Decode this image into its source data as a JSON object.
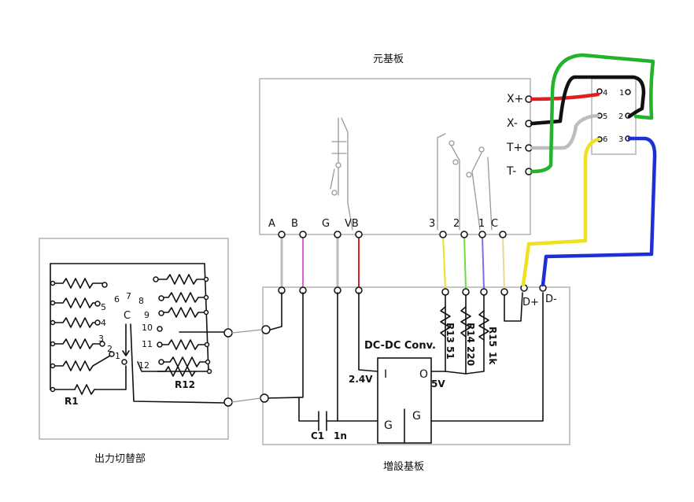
{
  "boards": {
    "main": "元基板",
    "expansion": "増設基板",
    "switch": "出力切替部"
  },
  "main_terminals": [
    "A",
    "B",
    "G",
    "VB",
    "3",
    "2",
    "1",
    "C"
  ],
  "connector": {
    "labels": [
      "X+",
      "X-",
      "T+",
      "T-"
    ],
    "pins": [
      "4",
      "1",
      "5",
      "2",
      "6",
      "3"
    ]
  },
  "expansion": {
    "dc_title": "DC-DC Conv.",
    "dc_in_pin": "I",
    "dc_out_pin": "O",
    "dc_gnd_pin": "G",
    "v_in": "2.4V",
    "v_out": "5V",
    "cap": "C1",
    "cap_value": "1n",
    "d_plus": "D+",
    "d_minus": "D-",
    "resistors": [
      {
        "name": "R13",
        "value": "51"
      },
      {
        "name": "R14",
        "value": "220"
      },
      {
        "name": "R15",
        "value": "1k"
      }
    ]
  },
  "switch_part": {
    "r_first": "R1",
    "r_last": "R12",
    "common": "C",
    "positions": [
      "1",
      "2",
      "3",
      "4",
      "5",
      "6",
      "7",
      "8",
      "9",
      "10",
      "11",
      "12"
    ]
  },
  "wire_colors": {
    "red": "#e02020",
    "black": "#111111",
    "gray": "#b8b8b8",
    "green": "#22b32a",
    "yellow": "#f0e020",
    "blue": "#1f2fd6",
    "pink": "#e060d0",
    "lightgreen": "#6dde3a",
    "violet": "#7a6cf0",
    "tan": "#e8d890"
  }
}
